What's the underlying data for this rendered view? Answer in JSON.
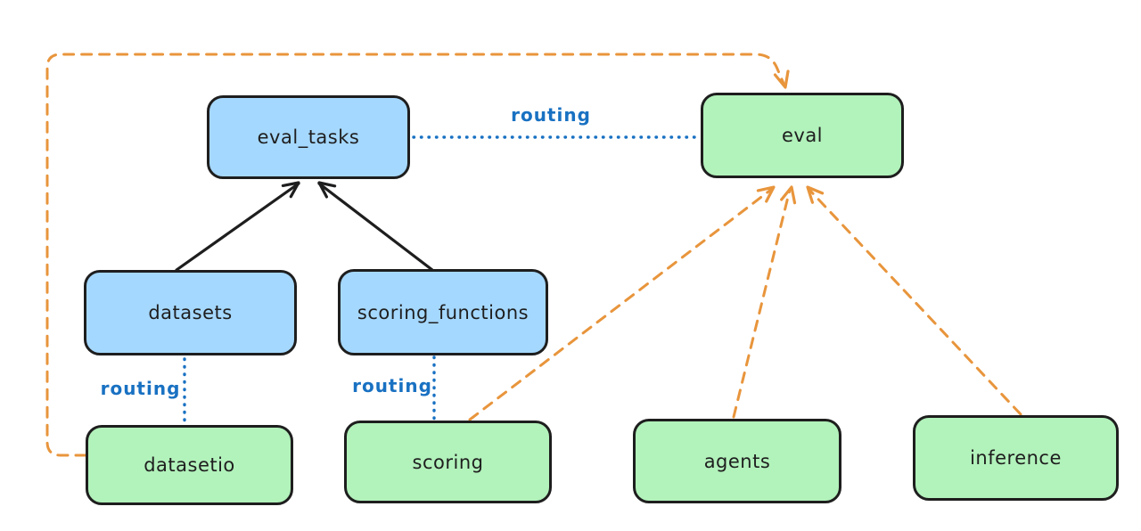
{
  "diagram": {
    "nodes": [
      {
        "id": "eval_tasks",
        "label": "eval_tasks",
        "kind": "api"
      },
      {
        "id": "eval",
        "label": "eval",
        "kind": "provider"
      },
      {
        "id": "datasets",
        "label": "datasets",
        "kind": "api"
      },
      {
        "id": "scoring_functions",
        "label": "scoring_functions",
        "kind": "api"
      },
      {
        "id": "datasetio",
        "label": "datasetio",
        "kind": "provider"
      },
      {
        "id": "scoring",
        "label": "scoring",
        "kind": "provider"
      },
      {
        "id": "agents",
        "label": "agents",
        "kind": "provider"
      },
      {
        "id": "inference",
        "label": "inference",
        "kind": "provider"
      }
    ],
    "edges": [
      {
        "from": "datasets",
        "to": "eval_tasks",
        "style": "solid",
        "arrow": true,
        "label": "",
        "color": "#1e1e1e"
      },
      {
        "from": "scoring_functions",
        "to": "eval_tasks",
        "style": "solid",
        "arrow": true,
        "label": "",
        "color": "#1e1e1e"
      },
      {
        "from": "eval_tasks",
        "to": "eval",
        "style": "dotted",
        "arrow": false,
        "label": "routing",
        "color": "#1971c2"
      },
      {
        "from": "datasets",
        "to": "datasetio",
        "style": "dotted",
        "arrow": false,
        "label": "routing",
        "color": "#1971c2"
      },
      {
        "from": "scoring_functions",
        "to": "scoring",
        "style": "dotted",
        "arrow": false,
        "label": "routing",
        "color": "#1971c2"
      },
      {
        "from": "datasetio",
        "to": "eval",
        "style": "dashed",
        "arrow": true,
        "label": "",
        "color": "#e8953c"
      },
      {
        "from": "scoring",
        "to": "eval",
        "style": "dashed",
        "arrow": true,
        "label": "",
        "color": "#e8953c"
      },
      {
        "from": "agents",
        "to": "eval",
        "style": "dashed",
        "arrow": true,
        "label": "",
        "color": "#e8953c"
      },
      {
        "from": "inference",
        "to": "eval",
        "style": "dashed",
        "arrow": true,
        "label": "",
        "color": "#e8953c"
      }
    ],
    "colors": {
      "api_node_fill": "#a5d8ff",
      "provider_node_fill": "#b2f2bb",
      "node_stroke": "#1e1e1e",
      "routing_line": "#1971c2",
      "dashed_arrow": "#e8953c",
      "solid_arrow": "#1e1e1e",
      "background": "#ffffff"
    }
  }
}
